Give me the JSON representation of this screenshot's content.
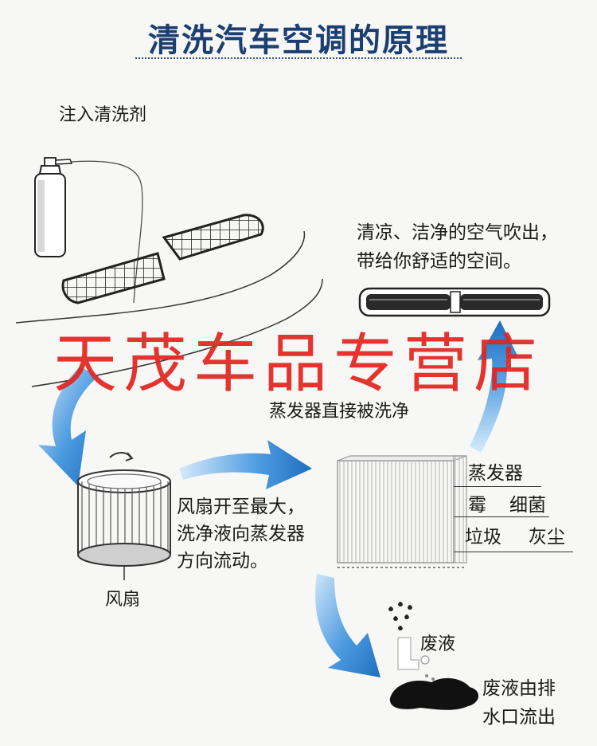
{
  "title": "清洗汽车空调的原理",
  "labels": {
    "inject": "注入清洗剂",
    "outlet_line1": "清凉、洁净的空气吹出，",
    "outlet_line2": "带给你舒适的空间。",
    "evaporator_cleaned": "蒸发器直接被洗净",
    "evaporator": "蒸发器",
    "mold": "霉",
    "bacteria": "细菌",
    "garbage": "垃圾",
    "dust": "灰尘",
    "fan_line1": "风扇开至最大，",
    "fan_line2": "洗净液向蒸发器",
    "fan_line3": "方向流动。",
    "fan": "风扇",
    "waste": "废液",
    "drain_line1": "废液由排",
    "drain_line2": "水口流出"
  },
  "watermark": "天茂车品专营店",
  "colors": {
    "title": "#1b3f73",
    "arrow": "#2f86d6",
    "watermark": "#e2241f"
  },
  "icons": {
    "spray_can": "spray-can-icon",
    "vent_grille": "vent-grille-icon",
    "air_outlet": "air-outlet-icon",
    "fan": "fan-icon",
    "evaporator": "evaporator-icon",
    "drops": "drops-icon",
    "puddle": "puddle-icon"
  }
}
